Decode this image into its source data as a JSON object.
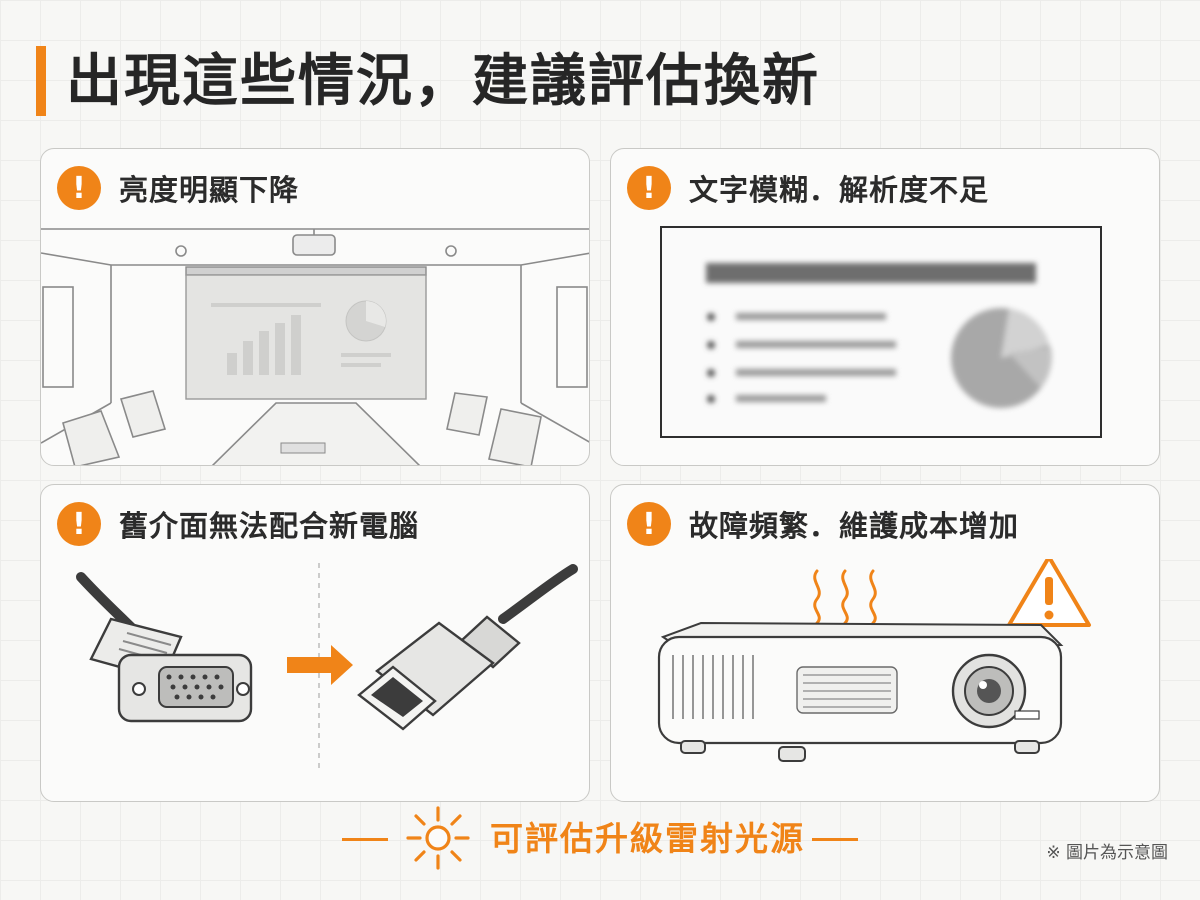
{
  "header": {
    "title": "出現這些情況，建議評估換新"
  },
  "cards": [
    {
      "title": "亮度明顯下降",
      "alert_icon": "exclamation-circle-icon",
      "illustration": "dim-projection-screen-meeting-room"
    },
    {
      "title": "文字模糊．解析度不足",
      "alert_icon": "exclamation-circle-icon",
      "illustration": "blurry-slide-with-text-and-pie-chart"
    },
    {
      "title": "舊介面無法配合新電腦",
      "alert_icon": "exclamation-circle-icon",
      "illustration": "vga-connector-to-hdmi-connector"
    },
    {
      "title": "故障頻繁．維護成本增加",
      "alert_icon": "exclamation-circle-icon",
      "illustration": "overheating-projector-with-warning-triangle"
    }
  ],
  "footer": {
    "cta": "可評估升級雷射光源",
    "icon": "sun-icon",
    "note": "※ 圖片為示意圖"
  },
  "colors": {
    "accent": "#f08418",
    "text": "#2b2b2b",
    "card_border": "#c9c9c6",
    "background": "#f7f7f5"
  }
}
